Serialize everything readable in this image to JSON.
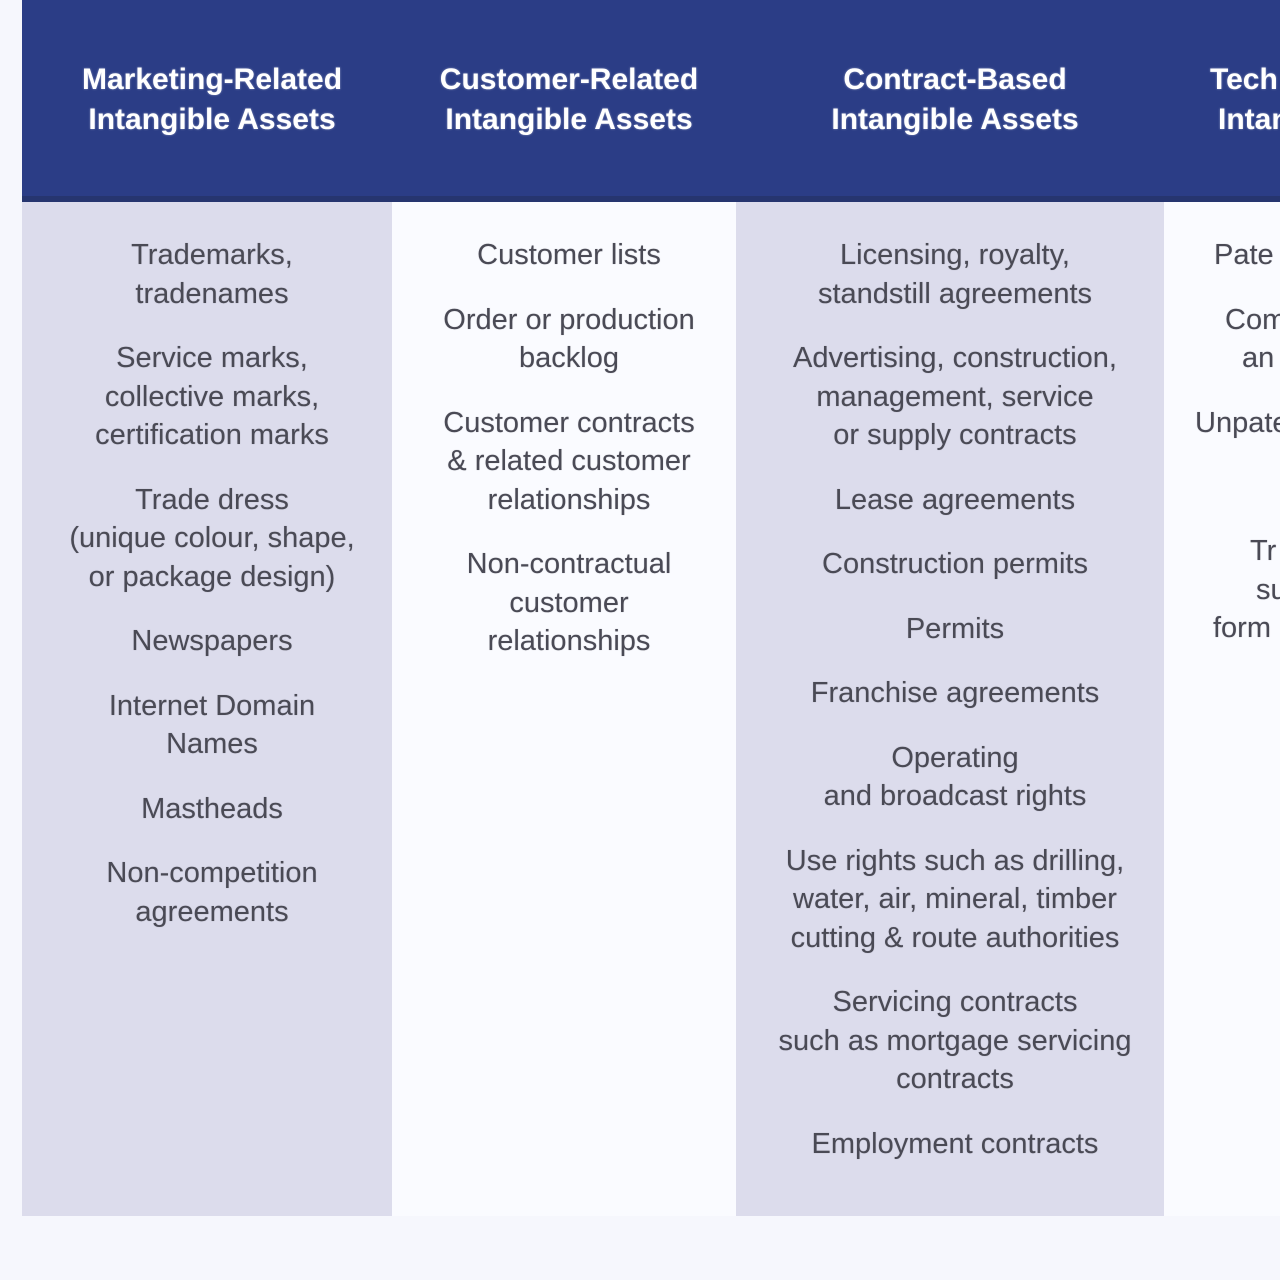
{
  "columns": [
    {
      "header": [
        "Marketing-Related",
        "Intangible Assets"
      ],
      "items": [
        [
          "Trademarks,",
          "tradenames"
        ],
        [
          "Service marks,",
          "collective marks,",
          "certification marks"
        ],
        [
          "Trade dress",
          "(unique colour, shape,",
          "or package design)"
        ],
        [
          "Newspapers"
        ],
        [
          "Internet Domain",
          "Names"
        ],
        [
          "Mastheads"
        ],
        [
          "Non-competition",
          "agreements"
        ]
      ]
    },
    {
      "header": [
        "Customer-Related",
        "Intangible Assets"
      ],
      "items": [
        [
          "Customer lists"
        ],
        [
          "Order or production",
          "backlog"
        ],
        [
          "Customer contracts",
          "& related customer",
          "relationships"
        ],
        [
          "Non-contractual",
          "customer",
          "relationships"
        ]
      ]
    },
    {
      "header": [
        "Contract-Based",
        "Intangible Assets"
      ],
      "items": [
        [
          "Licensing, royalty,",
          "standstill agreements"
        ],
        [
          "Advertising, construction,",
          "management, service",
          "or supply contracts"
        ],
        [
          "Lease agreements"
        ],
        [
          "Construction permits"
        ],
        [
          "Permits"
        ],
        [
          "Franchise agreements"
        ],
        [
          "Operating",
          "and broadcast rights"
        ],
        [
          "Use rights such as drilling,",
          "water, air, mineral, timber",
          "cutting & route authorities"
        ],
        [
          "Servicing contracts",
          "such as mortgage servicing",
          "contracts"
        ],
        [
          "Employment contracts"
        ]
      ]
    },
    {
      "header": [
        "Tech",
        "Intan"
      ],
      "items": [
        [
          "Pate"
        ],
        [
          "Com",
          "an"
        ],
        [
          "Unpate"
        ],
        [
          "Tr",
          "su",
          "form"
        ]
      ]
    }
  ],
  "colors": {
    "header_bg": "#2b3d86",
    "shaded_column": "#dcdcec",
    "light_column": "#fafbff",
    "item_text": "#4a4a55"
  }
}
